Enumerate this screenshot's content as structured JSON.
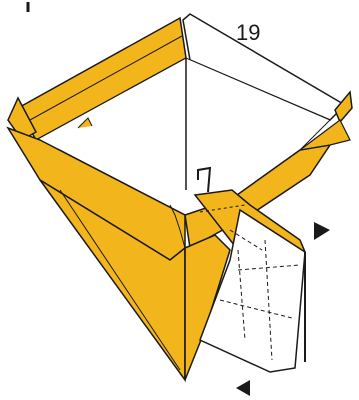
{
  "step_number": "19",
  "colors": {
    "paper_color": "#f2b51c",
    "paper_shade": "#d99a10",
    "white_side": "#ffffff",
    "outline": "#1a1a1a",
    "fold_line": "#333333"
  },
  "arrows": [
    "arrow-right",
    "arrow-left"
  ]
}
